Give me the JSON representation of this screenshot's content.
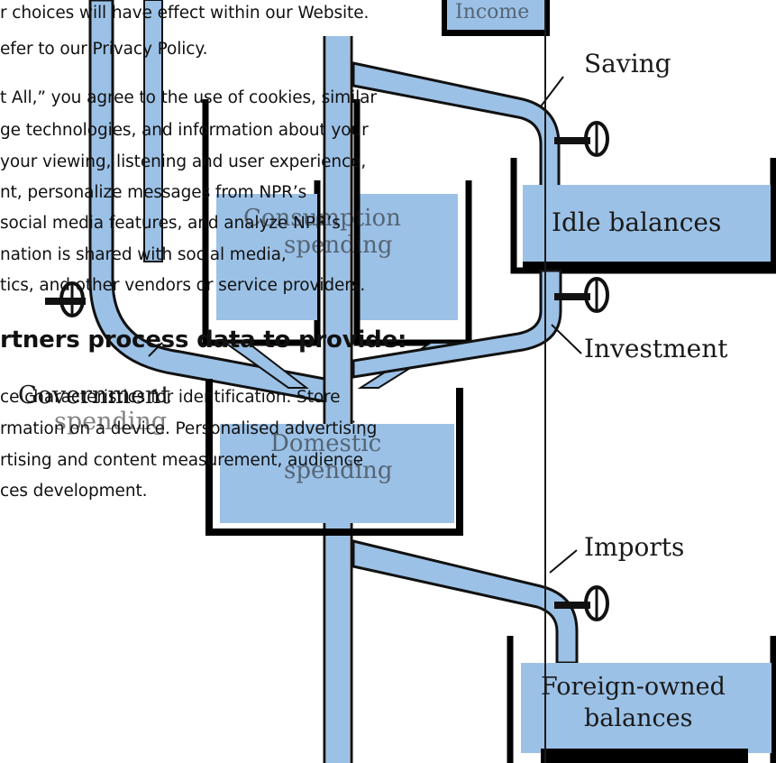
{
  "consent": {
    "paragraph_lines": [
      "r choices will have effect within our Website.",
      "efer to our Privacy Policy.",
      "t All,” you agree to the use of cookies, similar",
      "ge technologies, and information about your",
      "your viewing, listening and user experience,",
      "nt, personalize messages from NPR’s",
      "social media features, and analyze NPR’s",
      "nation is shared with social media,",
      "tics, and other vendors or service providers."
    ],
    "partners_heading": "rtners process data to provide:",
    "purposes_lines": [
      "ce characteristics for identification. Store",
      "rmation on a device. Personalised advertising",
      "rtising and content measurement, audience",
      "ces development."
    ]
  },
  "diagram": {
    "labels": {
      "saving": "Saving",
      "idle_balances": "Idle balances",
      "investment": "Investment",
      "imports": "Imports",
      "foreign_owned_line1": "Foreign-owned",
      "foreign_owned_line2": "balances",
      "government_line1": "Government",
      "government_line2": "spending",
      "consumption_line1": "Consumption",
      "consumption_line2": "spending",
      "domestic_line1": "Domestic",
      "domestic_line2": "spending",
      "top_tank": "Income"
    }
  },
  "colors": {
    "water": "#9cc1e6",
    "ink": "#111111",
    "background": "#ffffff"
  }
}
